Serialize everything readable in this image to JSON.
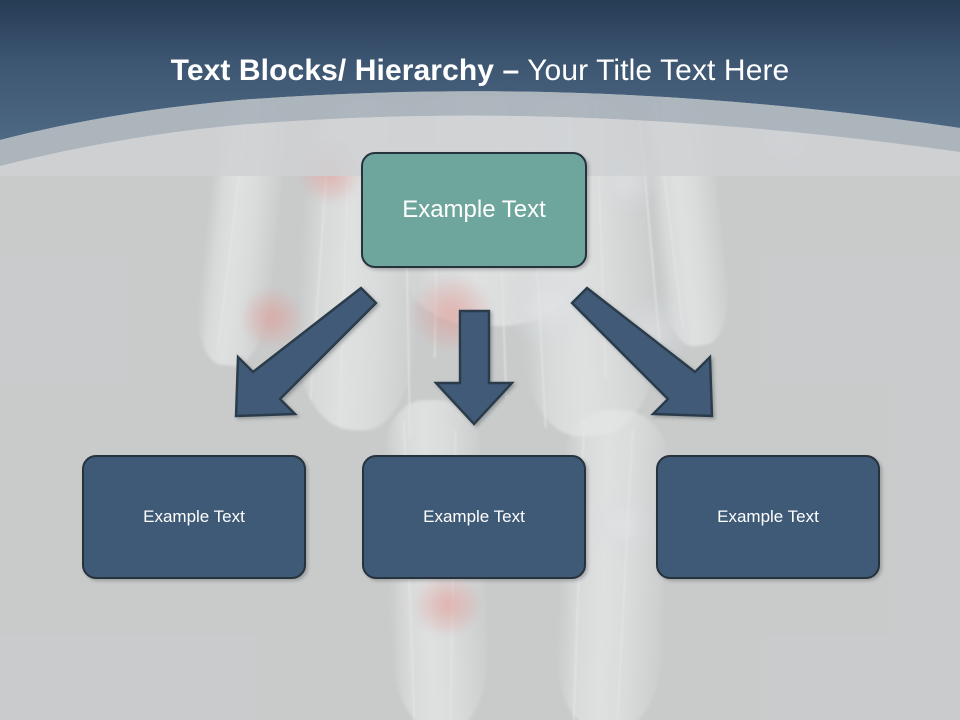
{
  "slide": {
    "title_bold": "Text Blocks/ Hierarchy –",
    "title_regular": " Your Title Text Here",
    "title_full": "Text Blocks/ Hierarchy – Your Title Text Here"
  },
  "theme": {
    "header_gradient_top": "#29405a",
    "header_gradient_bottom": "#4c6782",
    "arc_band_color": "#aab2bb",
    "body_background": "#cacbcc",
    "top_node_fill": "#6ea69d",
    "bottom_node_fill": "#3f5a77",
    "node_border": "#26323c",
    "arrow_fill": "#3f5a77",
    "arrow_border": "#2b3a4a",
    "text_color": "#ffffff"
  },
  "diagram": {
    "top_node": {
      "label": "Example  Text",
      "shape": "rounded-rectangle"
    },
    "bottom_nodes": [
      {
        "label": "Example Text",
        "shape": "rounded-rectangle"
      },
      {
        "label": "Example Text",
        "shape": "rounded-rectangle"
      },
      {
        "label": "Example Text",
        "shape": "rounded-rectangle"
      }
    ],
    "arrows": [
      {
        "name": "arrow-down-left",
        "direction": "down-left",
        "icon": "arrow-down-left-icon"
      },
      {
        "name": "arrow-down",
        "direction": "down",
        "icon": "arrow-down-icon"
      },
      {
        "name": "arrow-down-right",
        "direction": "down-right",
        "icon": "arrow-down-right-icon"
      }
    ]
  },
  "background": {
    "image_name": "anatomical-xray-figure",
    "description": "faint translucent x-ray style human lower body with red highlighted joints"
  }
}
